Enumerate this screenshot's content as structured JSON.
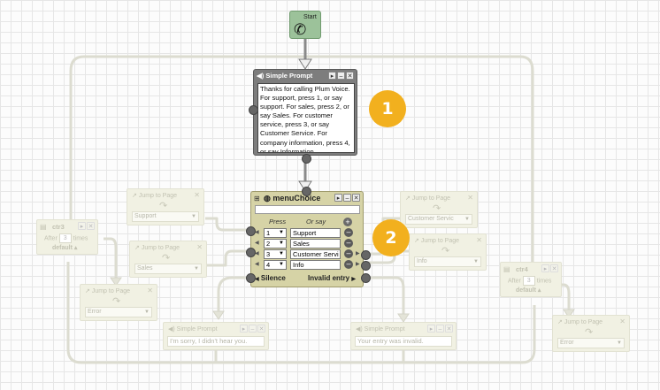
{
  "start": {
    "label": "Start",
    "icon": "phone-icon"
  },
  "prompt_main": {
    "title": "Simple Prompt",
    "text": "Thanks for calling Plum Voice. For support, press 1, or say support. For sales, press 2, or say Sales. For customer service, press 3, or say Customer Service. For company information, press 4, or say Information."
  },
  "menu": {
    "title": "menuChoice",
    "col_press": "Press",
    "col_say": "Or say",
    "rows": [
      {
        "key": "1",
        "label": "Support"
      },
      {
        "key": "2",
        "label": "Sales"
      },
      {
        "key": "3",
        "label": "Customer Servi"
      },
      {
        "key": "4",
        "label": "Info"
      }
    ],
    "silence": "Silence",
    "invalid": "Invalid entry"
  },
  "jumps": {
    "title": "Jump to Page",
    "support": "Support",
    "sales": "Sales",
    "error_left": "Error",
    "customer": "Customer Servic",
    "info": "Info",
    "error_right": "Error"
  },
  "prompt_silence": {
    "title": "Simple Prompt",
    "text": "I'm sorry, I didn't hear you."
  },
  "prompt_invalid": {
    "title": "Simple Prompt",
    "text": "Your entry was invalid."
  },
  "ctr3": {
    "title": "ctr3",
    "after": "After",
    "count": "3",
    "times": "times",
    "default": "default"
  },
  "ctr4": {
    "title": "ctr4",
    "after": "After",
    "count": "3",
    "times": "times",
    "default": "default"
  },
  "badges": {
    "one": "1",
    "two": "2"
  },
  "colors": {
    "badge": "#f2b01e",
    "start": "#9cc29a",
    "menu": "#d6d3a6",
    "prompt": "#7d7d7d"
  }
}
